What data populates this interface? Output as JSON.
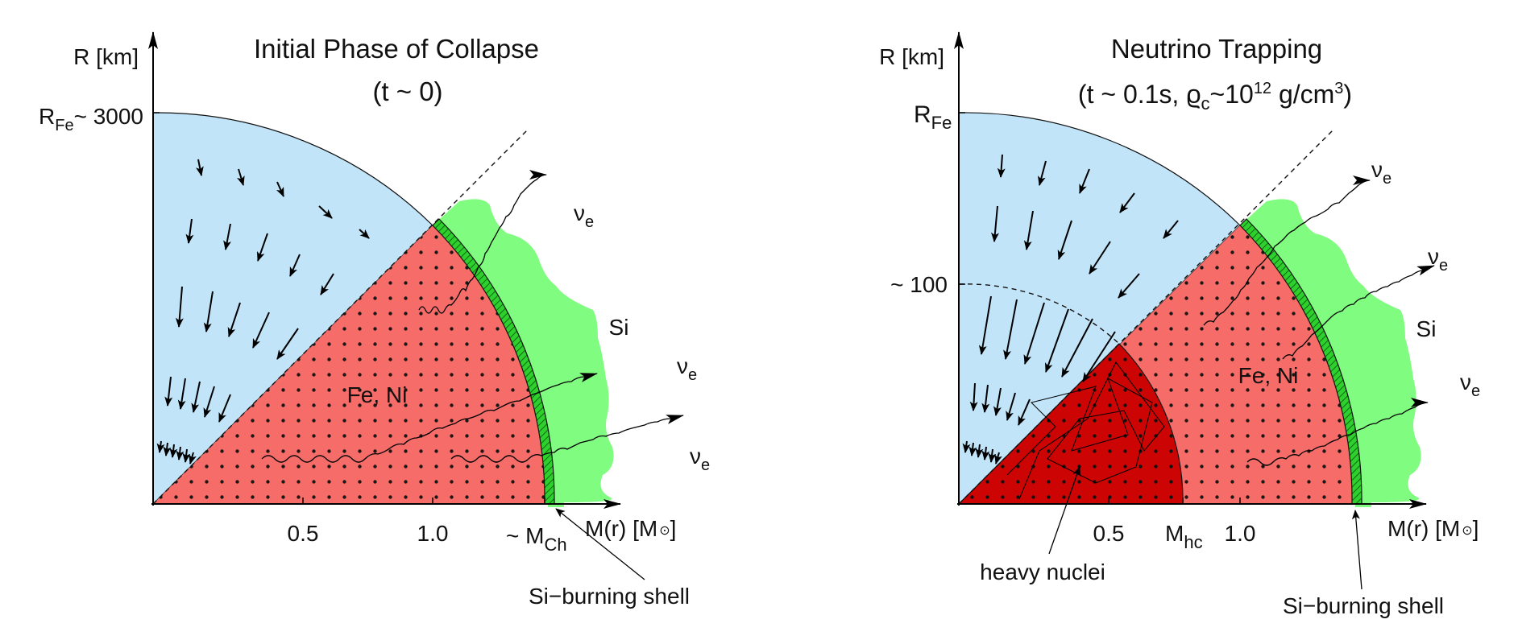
{
  "panels": [
    {
      "title": "Initial Phase of Collapse",
      "subtitle": "(t ~ 0)",
      "y_axis_label": "R [km]",
      "y_marker": {
        "main": "R",
        "sub": "Fe",
        "tail": "~ 3000"
      },
      "x_axis_label": "M(r)  [M",
      "x_axis_label_close": "]",
      "x_ticks": [
        "0.5",
        "1.0"
      ],
      "mch_label": {
        "main": "~ M",
        "sub": "Ch"
      },
      "region_labels": {
        "core": "Fe, Ni",
        "envelope": "Si"
      },
      "neutrino": {
        "main": "ν",
        "sub": "e"
      },
      "shell_label": "Si−burning shell"
    },
    {
      "title": "Neutrino Trapping",
      "subtitle": {
        "prefix": "(t ~ 0.1s,  ",
        "rho": "ϱ",
        "rho_sub": "c",
        "tilde": "~10",
        "exp": "12",
        "unit": " g/cm",
        "unit_exp": "3",
        "close": ")"
      },
      "y_axis_label": "R [km]",
      "y_marker": {
        "main": "R",
        "sub": "Fe"
      },
      "y_marker2": "~ 100",
      "x_axis_label": "M(r)  [M",
      "x_axis_label_close": "]",
      "x_ticks": [
        "0.5",
        "1.0"
      ],
      "mhc_label": {
        "main": "M",
        "sub": "hc"
      },
      "region_labels": {
        "core": "Fe, Ni",
        "envelope": "Si"
      },
      "inner_core_label": "heavy nuclei",
      "neutrino": {
        "main": "ν",
        "sub": "e"
      },
      "shell_label": "Si−burning shell"
    }
  ],
  "colors": {
    "blue": "#c2e4f8",
    "red": "#f56c68",
    "dark_red": "#cc0404",
    "green": "#80fc80",
    "shell_green": "#2ed02e"
  }
}
